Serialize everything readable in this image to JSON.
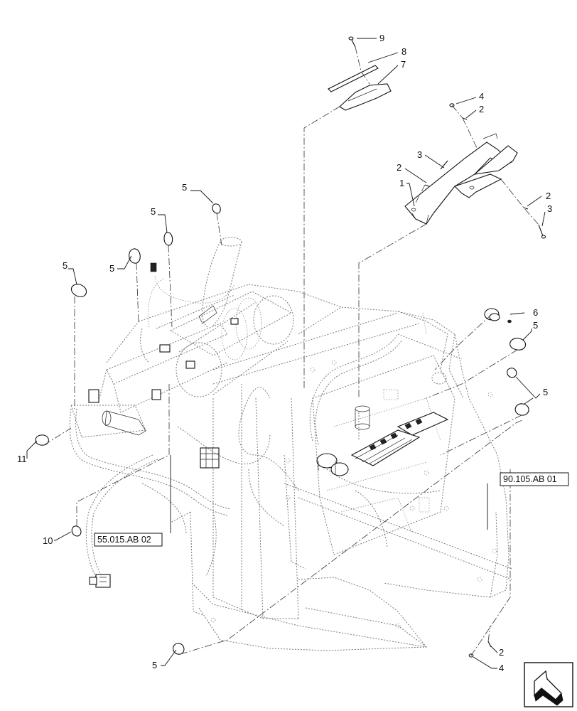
{
  "callouts": [
    {
      "id": "c9",
      "label": "9"
    },
    {
      "id": "c8",
      "label": "8"
    },
    {
      "id": "c7",
      "label": "7"
    },
    {
      "id": "c4a",
      "label": "4"
    },
    {
      "id": "c2a",
      "label": "2"
    },
    {
      "id": "c3a",
      "label": "3"
    },
    {
      "id": "c2b",
      "label": "2"
    },
    {
      "id": "c1",
      "label": "1"
    },
    {
      "id": "c2c",
      "label": "2"
    },
    {
      "id": "c3b",
      "label": "3"
    },
    {
      "id": "c5a",
      "label": "5"
    },
    {
      "id": "c5b",
      "label": "5"
    },
    {
      "id": "c5c",
      "label": "5"
    },
    {
      "id": "c5d",
      "label": "5"
    },
    {
      "id": "c6",
      "label": "6"
    },
    {
      "id": "c5e",
      "label": "5"
    },
    {
      "id": "c5f",
      "label": "5"
    },
    {
      "id": "c11",
      "label": "11"
    },
    {
      "id": "c10",
      "label": "10"
    },
    {
      "id": "c5g",
      "label": "5"
    },
    {
      "id": "c2d",
      "label": "2"
    },
    {
      "id": "c4b",
      "label": "4"
    }
  ],
  "references": {
    "left": "55.015.AB 02",
    "right": "90.105.AB 01"
  },
  "nav_icon": "next-page-arrow-icon"
}
